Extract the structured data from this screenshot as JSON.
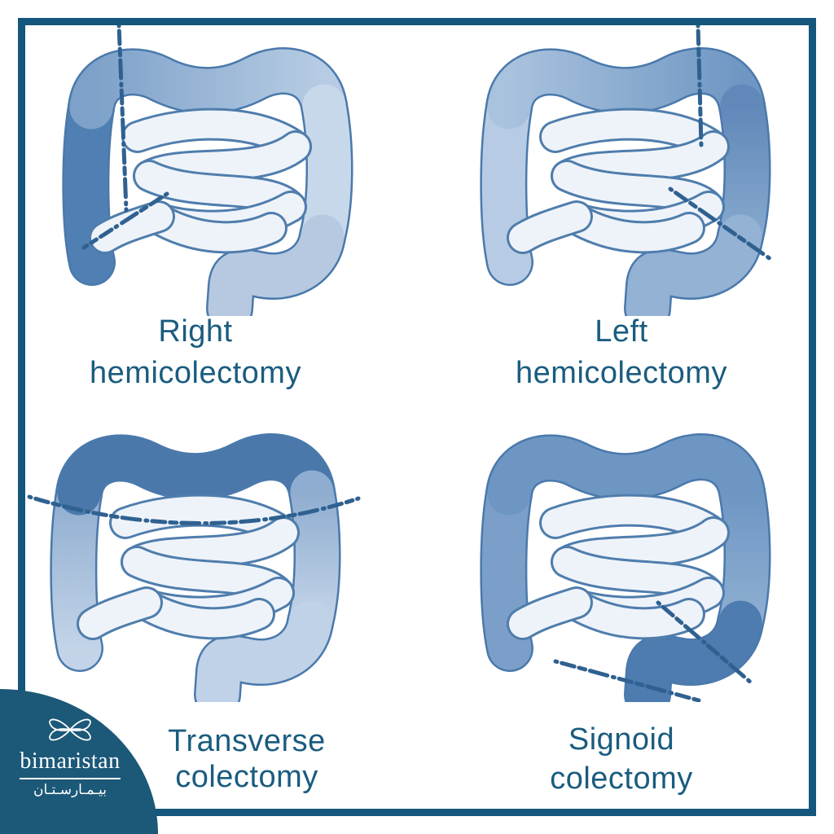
{
  "page": {
    "background": "#ffffff",
    "frame_color": "#15567c",
    "label_color": "#1a5c7f"
  },
  "colors": {
    "colon_outline": "#4a79ac",
    "intestine_outline": "#4f7dac",
    "intestine_fill": "#eef3fa",
    "cut_line": "#2f6190"
  },
  "procedures": [
    {
      "id": "right-hemicolectomy",
      "label": [
        "Right",
        "hemicolectomy"
      ],
      "segments": {
        "asc": "#5080b3",
        "tra": "h|#7da1c9|#b7cce4",
        "desc": "#c7d8ea",
        "sig": "#b6c9e0"
      },
      "cuts": [
        "M101 2 L110 230",
        "M160 210 L58 276"
      ]
    },
    {
      "id": "left-hemicolectomy",
      "label": [
        "Left",
        "hemicolectomy"
      ],
      "segments": {
        "asc": "#b7cce4",
        "tra": "h|#a9c2de|#6f97c3",
        "desc": "v|#6088b9|#86a8cd",
        "sig": "#93b2d4"
      },
      "cuts": [
        "M299 2 L303 150",
        "M265 204 L388 290"
      ]
    },
    {
      "id": "transverse-colectomy",
      "label": [
        "Transverse",
        "colectomy"
      ],
      "segments": {
        "asc": "v|#8fadd0|#c3d4e8",
        "tra": "#4a78ab",
        "desc": "v|#8fadd0|#c3d4e8",
        "sig": "#c0d2e7"
      },
      "cuts": [
        "M6 108 C150 152 290 150 410 110"
      ]
    },
    {
      "id": "sigmoid-colectomy",
      "label": [
        "Signoid",
        "colectomy"
      ],
      "segments": {
        "asc": "#7b9fc8",
        "tra": "#6e96c3",
        "desc": "v|#6e96c3|#8fafd2",
        "sig": "#4e7cb0"
      },
      "cuts": [
        "M250 238 L364 336",
        "M124 310 L300 358"
      ]
    }
  ],
  "logo": {
    "wordmark": "bimaristan",
    "arabic": "بيـمـارسـتـان"
  }
}
